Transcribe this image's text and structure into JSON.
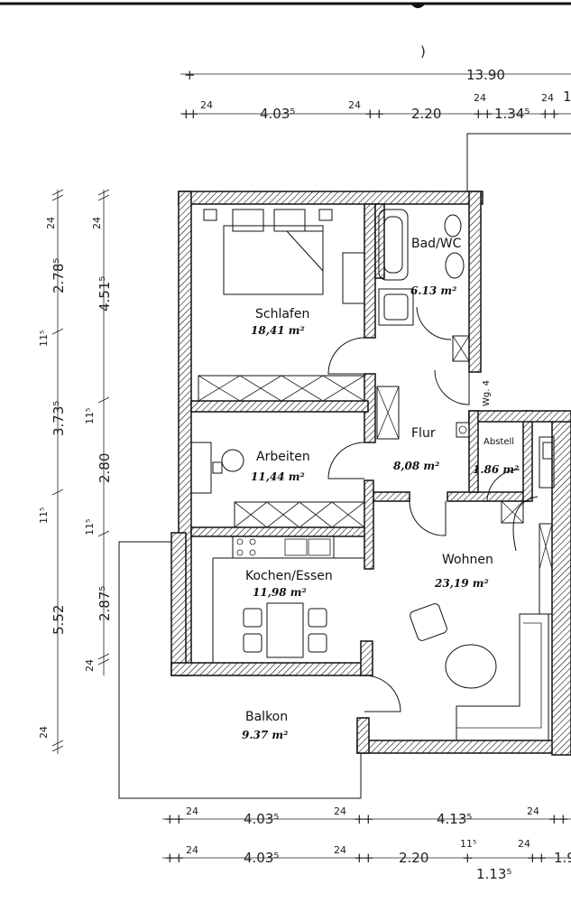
{
  "rooms": {
    "schlafen": {
      "name": "Schlafen",
      "area": "18,41 m²"
    },
    "bad": {
      "name": "Bad/WC",
      "area": "6.13 m²"
    },
    "arbeiten": {
      "name": "Arbeiten",
      "area": "11,44 m²"
    },
    "flur": {
      "name": "Flur",
      "area": "8,08 m²"
    },
    "abstell": {
      "name": "Abstell",
      "area": "1.86 m²"
    },
    "kochen": {
      "name": "Kochen/Essen",
      "area": "11,98 m²"
    },
    "wohnen": {
      "name": "Wohnen",
      "area": "23,19 m²"
    },
    "balkon": {
      "name": "Balkon",
      "area": "9.37 m²"
    },
    "wg": {
      "name": "Wg. 4"
    }
  },
  "top_dims": {
    "overall": "13.90",
    "row2": [
      "24",
      "4.03⁵",
      "24",
      "2.20",
      "24",
      "1.34⁵",
      "24",
      "1"
    ]
  },
  "bottom_dims": {
    "row1": [
      "24",
      "4.03⁵",
      "24",
      "4.13⁵",
      "24"
    ],
    "row2": [
      "24",
      "4.03⁵",
      "24",
      "2.20",
      "11⁵",
      "24",
      "1.9"
    ],
    "sub": "1.13⁵"
  },
  "left_dims": {
    "outer": [
      "24",
      "2.78⁵",
      "11⁵",
      "3.73⁵",
      "11⁵",
      "5.52",
      "24"
    ],
    "inner": [
      "24",
      "4.51⁵",
      "11⁵",
      "2.80",
      "11⁵",
      "2.87⁵",
      "24"
    ]
  }
}
